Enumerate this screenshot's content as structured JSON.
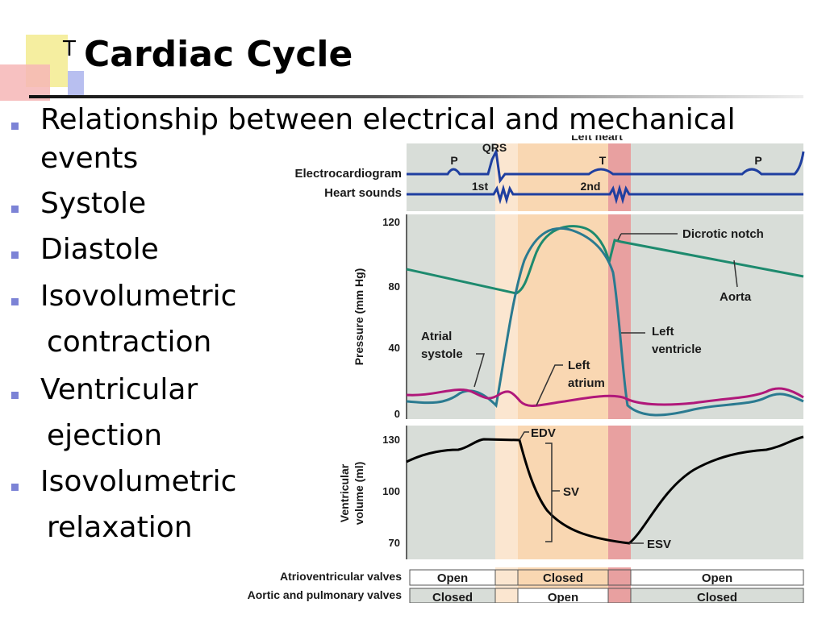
{
  "slide": {
    "title_prefix": "T",
    "title": "Cardiac Cycle"
  },
  "bullets": [
    {
      "line1": "Relationship between electrical and mechanical",
      "line2": "events",
      "indent2": false
    },
    {
      "line1": "Systole",
      "line2": "",
      "indent2": false
    },
    {
      "line1": "Diastole",
      "line2": "",
      "indent2": false
    },
    {
      "line1": "Isovolumetric",
      "line2": "contraction",
      "indent2": true
    },
    {
      "line1": "Ventricular",
      "line2": "ejection",
      "indent2": true
    },
    {
      "line1": "Isovolumetric",
      "line2": "relaxation",
      "indent2": true
    }
  ],
  "figure": {
    "top_label": "Left heart",
    "ecg": {
      "label": "Electrocardiogram",
      "waves": [
        "P",
        "QRS",
        "T",
        "P"
      ]
    },
    "heart_sounds": {
      "label": "Heart sounds",
      "sounds": [
        "1st",
        "2nd"
      ]
    },
    "pressure_panel": {
      "ylabel": "Pressure (mm Hg)",
      "yticks": [
        "120",
        "80",
        "40",
        "0"
      ],
      "labels": {
        "dicrotic_notch": "Dicrotic notch",
        "aorta": "Aorta",
        "left_ventricle_1": "Left",
        "left_ventricle_2": "ventricle",
        "atrial_systole_1": "Atrial",
        "atrial_systole_2": "systole",
        "left_atrium_1": "Left",
        "left_atrium_2": "atrium"
      }
    },
    "volume_panel": {
      "ylabel_1": "Ventricular",
      "ylabel_2": "volume (ml)",
      "yticks": [
        "130",
        "100",
        "70"
      ],
      "labels": {
        "edv": "EDV",
        "sv": "SV",
        "esv": "ESV"
      }
    },
    "valves": {
      "av_label": "Atrioventricular valves",
      "av_states": [
        "Open",
        "Closed",
        "Open"
      ],
      "semilunar_label": "Aortic and pulmonary valves",
      "semilunar_states": [
        "Closed",
        "Open",
        "Closed"
      ]
    },
    "colors": {
      "ecg_line": "#1f3fa0",
      "aorta": "#1d8a6e",
      "left_ventricle": "#2a7a90",
      "left_atrium": "#b0187a",
      "volume_line": "#000000",
      "panel_bg": "#d8ddd8",
      "systole_band": "#f9d7b2",
      "relaxation_band": "#e8a0a0",
      "contraction_band": "#fbe6d0"
    }
  }
}
